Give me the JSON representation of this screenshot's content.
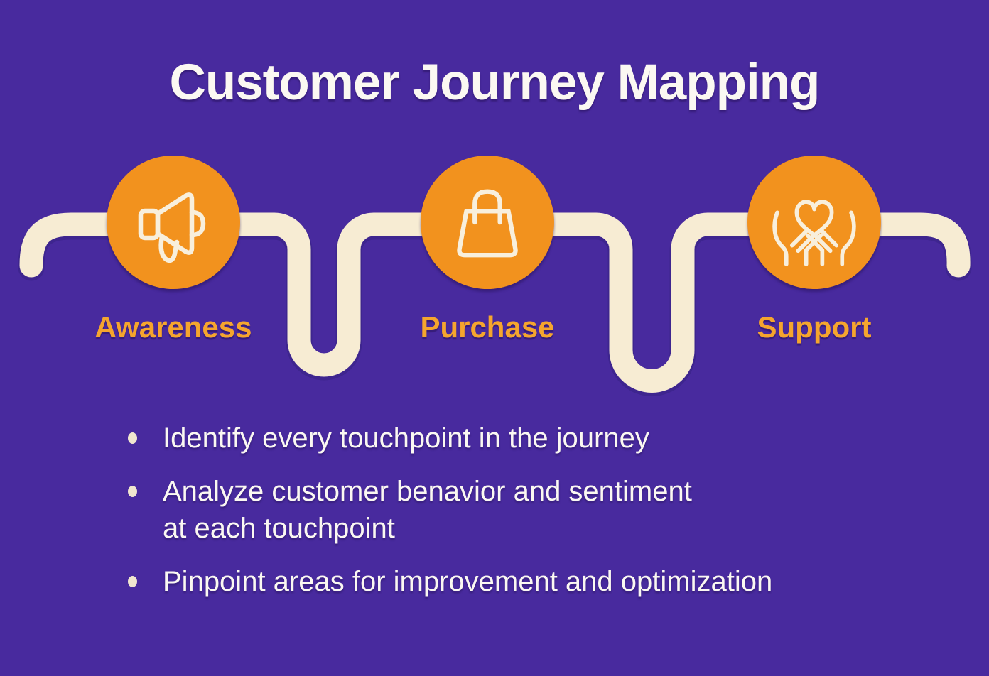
{
  "title": "Customer Journey Mapping",
  "stages": [
    {
      "label": "Awareness",
      "icon": "megaphone-icon"
    },
    {
      "label": "Purchase",
      "icon": "shopping-bag-icon"
    },
    {
      "label": "Support",
      "icon": "hands-heart-icon"
    }
  ],
  "bullets": [
    {
      "lines": [
        "Identify every touchpoint in the journey"
      ]
    },
    {
      "lines": [
        "Analyze customer benavior and sentiment",
        "at each touchpoint"
      ]
    },
    {
      "lines": [
        "Pinpoint areas for improvement and optimization"
      ]
    }
  ],
  "colors": {
    "background": "#482A9E",
    "circle_orange": "#F2921E",
    "path_cream": "#F7ECD3",
    "label_orange": "#F5A52E",
    "body_text": "#FBF8F2"
  }
}
